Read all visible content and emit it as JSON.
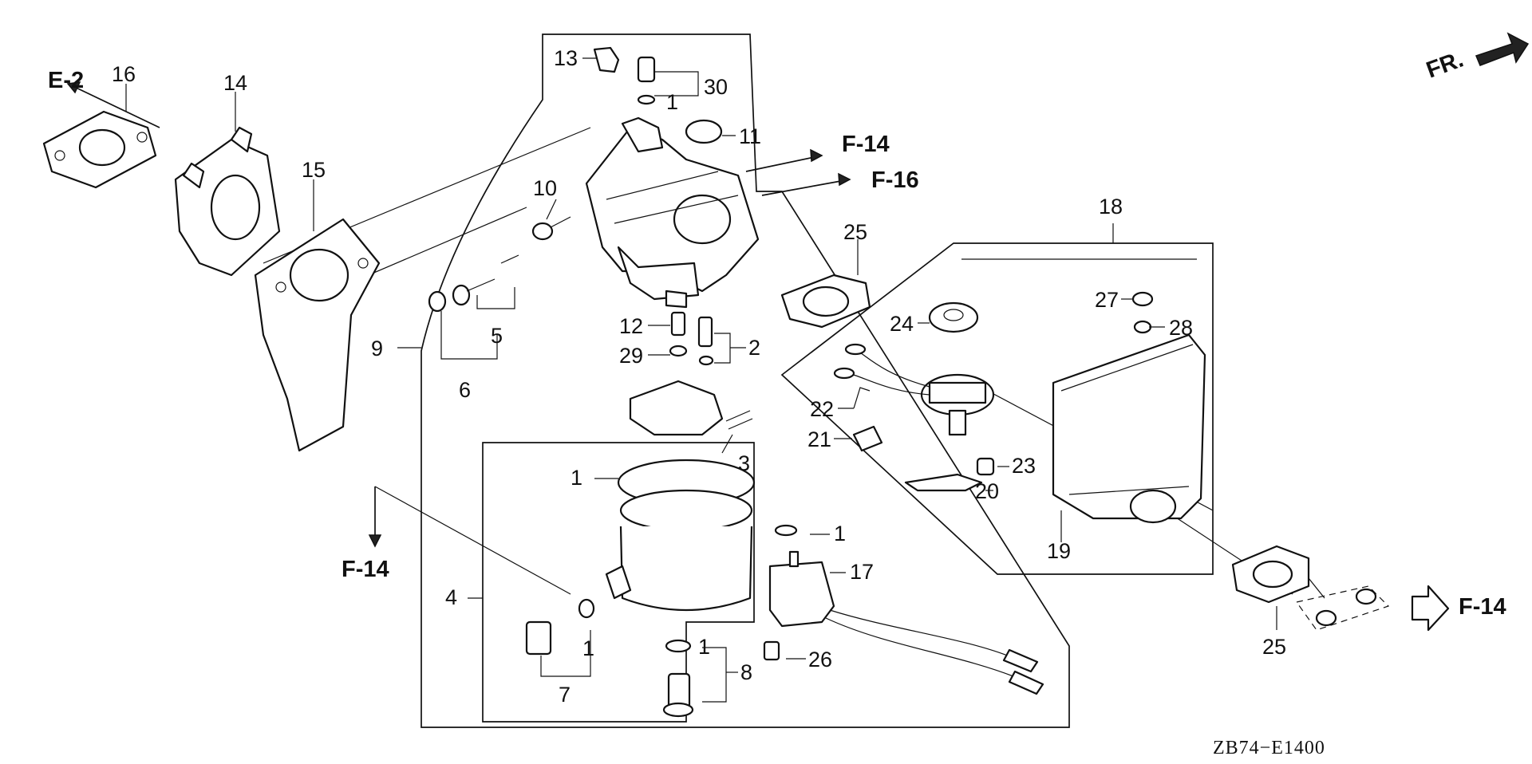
{
  "diagram": {
    "code": "ZB74−E1400",
    "front": "FR.",
    "refs": [
      {
        "id": "e2",
        "text": "E-2"
      },
      {
        "id": "f14-upper",
        "text": "F-14"
      },
      {
        "id": "f16",
        "text": "F-16"
      },
      {
        "id": "f14-left",
        "text": "F-14"
      },
      {
        "id": "f14-right",
        "text": "F-14"
      }
    ],
    "callouts": [
      {
        "id": "c16",
        "text": "16"
      },
      {
        "id": "c14",
        "text": "14"
      },
      {
        "id": "c15",
        "text": "15"
      },
      {
        "id": "c13",
        "text": "13"
      },
      {
        "id": "c30",
        "text": "30"
      },
      {
        "id": "c1-top",
        "text": "1"
      },
      {
        "id": "c11",
        "text": "11"
      },
      {
        "id": "c10",
        "text": "10"
      },
      {
        "id": "c5",
        "text": "5"
      },
      {
        "id": "c6",
        "text": "6"
      },
      {
        "id": "c9",
        "text": "9"
      },
      {
        "id": "c12",
        "text": "12"
      },
      {
        "id": "c29",
        "text": "29"
      },
      {
        "id": "c2",
        "text": "2"
      },
      {
        "id": "c3",
        "text": "3"
      },
      {
        "id": "c1-bowl",
        "text": "1"
      },
      {
        "id": "c4",
        "text": "4"
      },
      {
        "id": "c1-drain",
        "text": "1"
      },
      {
        "id": "c7",
        "text": "7"
      },
      {
        "id": "c1-sol",
        "text": "1"
      },
      {
        "id": "c17",
        "text": "17"
      },
      {
        "id": "c1-bolt",
        "text": "1"
      },
      {
        "id": "c8",
        "text": "8"
      },
      {
        "id": "c26",
        "text": "26"
      },
      {
        "id": "c25-top",
        "text": "25"
      },
      {
        "id": "c18",
        "text": "18"
      },
      {
        "id": "c24",
        "text": "24"
      },
      {
        "id": "c27",
        "text": "27"
      },
      {
        "id": "c28",
        "text": "28"
      },
      {
        "id": "c22",
        "text": "22"
      },
      {
        "id": "c21",
        "text": "21"
      },
      {
        "id": "c23",
        "text": "23"
      },
      {
        "id": "c20",
        "text": "20"
      },
      {
        "id": "c19",
        "text": "19"
      },
      {
        "id": "c25-bottom",
        "text": "25"
      }
    ]
  }
}
